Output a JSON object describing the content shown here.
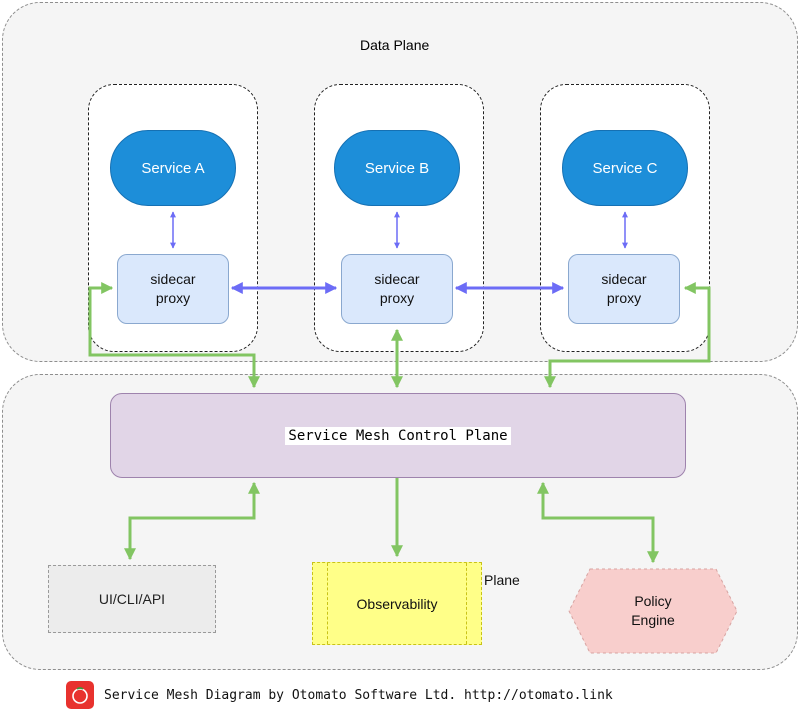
{
  "data_plane": {
    "title": "Data Plane"
  },
  "pods": [
    {
      "service": "Service A",
      "proxy": "sidecar proxy"
    },
    {
      "service": "Service B",
      "proxy": "sidecar proxy"
    },
    {
      "service": "Service C",
      "proxy": "sidecar proxy"
    }
  ],
  "control_plane": {
    "label": "Service Mesh Control Plane"
  },
  "components": {
    "ui_cli_api": "UI/CLI/API",
    "observability": "Observability",
    "policy_engine": "Policy Engine",
    "stray_label": "Plane"
  },
  "footer": {
    "text": "Service Mesh Diagram by Otomato Software Ltd. http://otomato.link"
  },
  "colors": {
    "service_fill": "#1d8ed9",
    "proxy_fill": "#dae8fc",
    "control_fill": "#e1d5e7",
    "observability_fill": "#ffff88",
    "policy_fill": "#f8cecc",
    "green_connector": "#82c562",
    "blue_connector": "#6c6cf6"
  }
}
